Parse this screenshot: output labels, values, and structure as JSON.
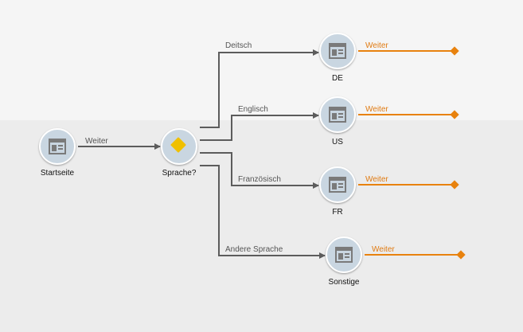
{
  "colors": {
    "arrow": "#5c5c5c",
    "output": "#e8820e",
    "node_fill": "#c9d6e1",
    "decision": "#f0c000"
  },
  "nodes": {
    "start": {
      "label": "Startseite",
      "icon": "page-icon"
    },
    "decision": {
      "label": "Sprache?",
      "icon": "diamond-icon"
    },
    "de": {
      "label": "DE",
      "icon": "page-icon"
    },
    "us": {
      "label": "US",
      "icon": "page-icon"
    },
    "fr": {
      "label": "FR",
      "icon": "page-icon"
    },
    "other": {
      "label": "Sonstige",
      "icon": "page-icon"
    }
  },
  "edges": {
    "start_to_decision": "Weiter",
    "to_de": "Deitsch",
    "to_us": "Englisch",
    "to_fr": "Französisch",
    "to_other": "Andere Sprache",
    "out_de": "Weiter",
    "out_us": "Weiter",
    "out_fr": "Weiter",
    "out_other": "Weiter"
  }
}
